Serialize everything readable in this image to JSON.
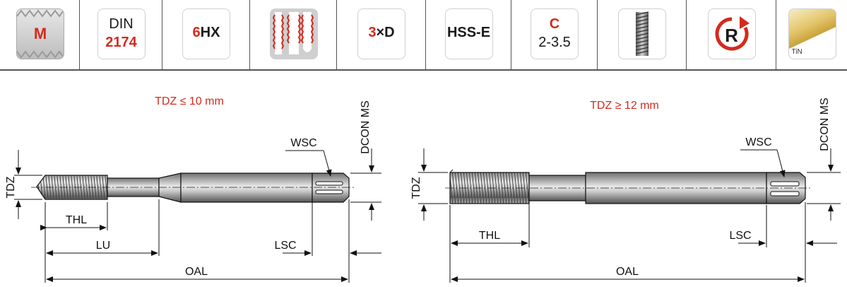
{
  "icons": {
    "thread_type": "M",
    "standard_line1": "DIN",
    "standard_line2": "2174",
    "tolerance_number": "6",
    "tolerance_class": "HX",
    "depth_multiplier": "3",
    "depth_symbol": "×D",
    "material": "HSS-E",
    "form_letter": "C",
    "form_range": "2-3.5",
    "rotation_letter": "R",
    "coating": "TiN"
  },
  "drawing_left": {
    "caption": "TDZ ≤ 10 mm",
    "labels": {
      "tdz": "TDZ",
      "thl": "THL",
      "lu": "LU",
      "lsc": "LSC",
      "oal": "OAL",
      "wsc": "WSC",
      "dcon": "DCON MS"
    }
  },
  "drawing_right": {
    "caption": "TDZ ≥ 12 mm",
    "labels": {
      "tdz": "TDZ",
      "thl": "THL",
      "lsc": "LSC",
      "oal": "OAL",
      "wsc": "WSC",
      "dcon": "DCON MS"
    }
  },
  "colors": {
    "accent_red": "#d42a1e",
    "text": "#1a1a1a",
    "divider": "#555555",
    "gold": "#e2c46a"
  }
}
